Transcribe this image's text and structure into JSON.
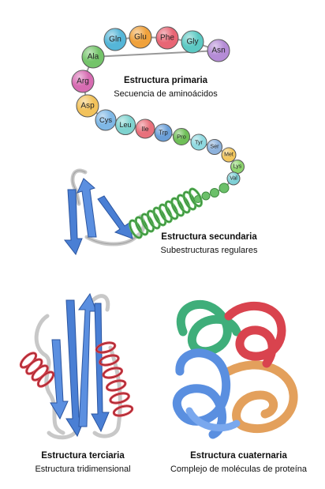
{
  "primary": {
    "title": "Estructura primaria",
    "subtitle": "Secuencia de aminoácidos",
    "amino_acids": [
      {
        "label": "Gln",
        "color": "#55b6d8"
      },
      {
        "label": "Glu",
        "color": "#f0a23c"
      },
      {
        "label": "Phe",
        "color": "#e86675"
      },
      {
        "label": "Gly",
        "color": "#5cc9c3"
      },
      {
        "label": "Asn",
        "color": "#b58cd6"
      },
      {
        "label": "Ala",
        "color": "#74c46a"
      },
      {
        "label": "Arg",
        "color": "#d76cb2"
      },
      {
        "label": "Asp",
        "color": "#f2c25b"
      },
      {
        "label": "Cys",
        "color": "#7fb8e6"
      },
      {
        "label": "Leu",
        "color": "#7fd3cf"
      },
      {
        "label": "Ile",
        "color": "#e8707b"
      },
      {
        "label": "Trp",
        "color": "#6a9fd8"
      },
      {
        "label": "Pro",
        "color": "#6fbf58"
      },
      {
        "label": "Tyr",
        "color": "#8fd9e0"
      },
      {
        "label": "Ser",
        "color": "#8db2dc"
      },
      {
        "label": "Met",
        "color": "#f2c65e"
      },
      {
        "label": "Lys",
        "color": "#8dd46e"
      },
      {
        "label": "Val",
        "color": "#7fd0d6"
      }
    ]
  },
  "secondary": {
    "title": "Estructura secundaria",
    "subtitle": "Subestructuras regulares"
  },
  "tertiary": {
    "title": "Estructura terciaria",
    "subtitle": "Estructura tridimensional"
  },
  "quaternary": {
    "title": "Estructura cuaternaria",
    "subtitle": "Complejo de moléculas de proteína"
  },
  "colors": {
    "helix_green": "#5cb85c",
    "sheet_blue": "#4a7fd4",
    "helix_red": "#d9434e",
    "coil_gray": "#c8c8c8",
    "chain_green": "#3fae7a",
    "chain_red": "#d9434e",
    "chain_blue": "#5a8fe0",
    "chain_orange": "#e3a05c"
  }
}
